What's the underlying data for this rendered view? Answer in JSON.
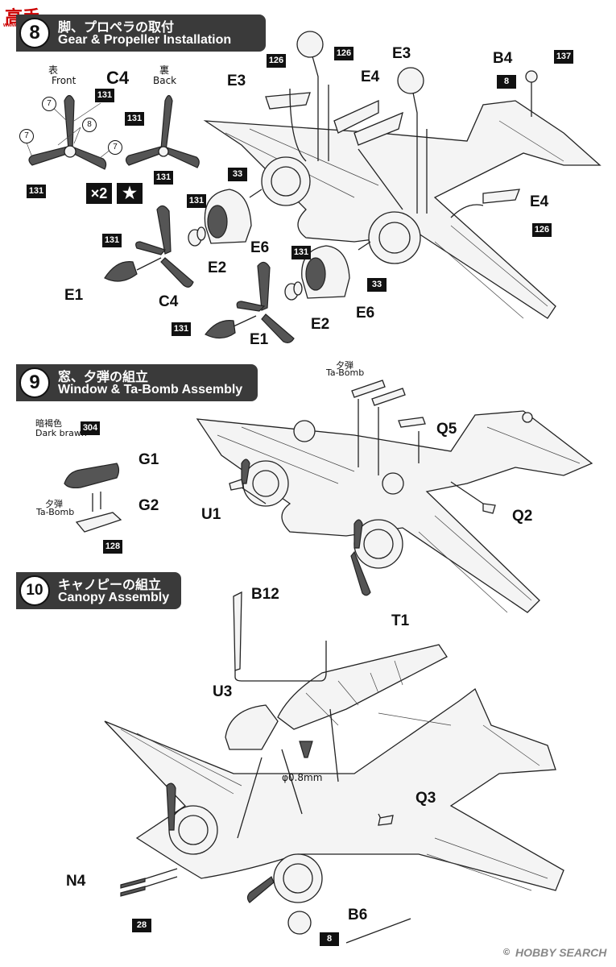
{
  "watermark": {
    "top_left": "高手",
    "top_left_url": "www.moxing.net",
    "bottom_right": "HOBBY SEARCH"
  },
  "copyright": "©",
  "step8": {
    "number": "8",
    "title_jp": "脚、プロペラの取付",
    "title_en": "Gear & Propeller Installation"
  },
  "step9": {
    "number": "9",
    "title_jp": "窓、夕弾の組立",
    "title_en": "Window & Ta-Bomb Assembly"
  },
  "step10": {
    "number": "10",
    "title_jp": "キャノピーの組立",
    "title_en": "Canopy Assembly"
  },
  "s8": {
    "front_jp": "表",
    "front_en": "Front",
    "back_jp": "裏",
    "back_en": "Back",
    "c4_top": "C4",
    "multiplier": "×2",
    "star": "★",
    "paint_131": "131",
    "paint_126": "126",
    "paint_33": "33",
    "paint_137": "137",
    "paint_8": "8",
    "circle_7": "7",
    "circle_8": "8",
    "e3_left": "E3",
    "e3_right": "E3",
    "e4_top": "E4",
    "e4_right": "E4",
    "b4": "B4",
    "e6_upper": "E6",
    "e6_lower": "E6",
    "e2_upper": "E2",
    "e2_lower": "E2",
    "e1_upper": "E1",
    "e1_lower": "E1",
    "c4_mid": "C4"
  },
  "s9": {
    "dark_jp": "暗褐色",
    "dark_en": "Dark brawn",
    "paint_304": "304",
    "paint_128": "128",
    "tabomb_jp": "夕弾",
    "tabomb_en": "Ta-Bomb",
    "g1": "G1",
    "g2": "G2",
    "q5": "Q5",
    "q2": "Q2",
    "u1": "U1"
  },
  "s10": {
    "b12": "B12",
    "t1": "T1",
    "u3": "U3",
    "q3": "Q3",
    "n4": "N4",
    "b6": "B6",
    "drill": "φ0.8mm",
    "paint_28": "28",
    "paint_8": "8"
  }
}
